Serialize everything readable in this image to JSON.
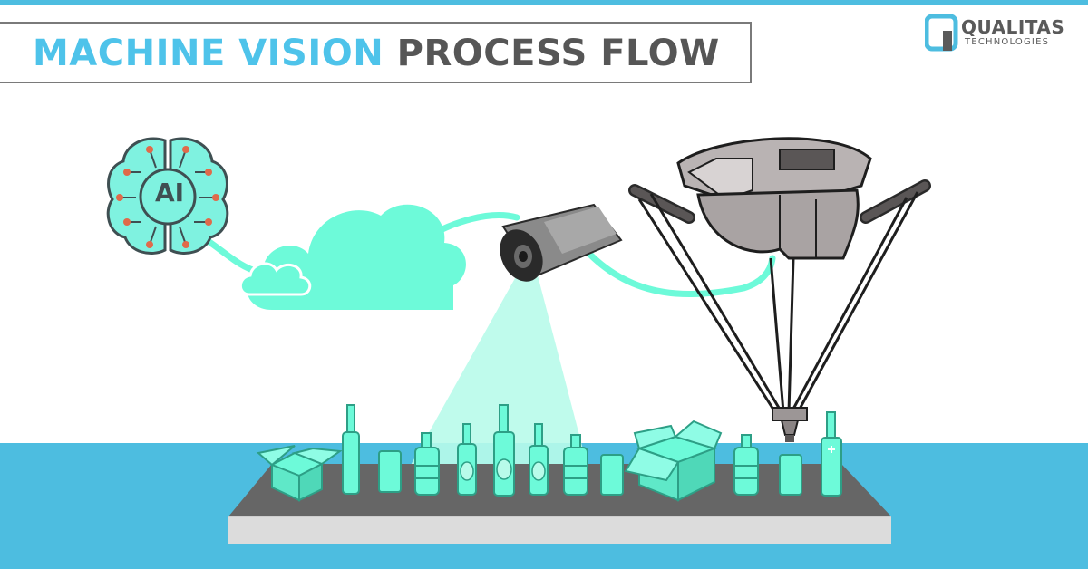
{
  "title": {
    "highlight": "MACHINE VISION",
    "rest": "PROCESS FLOW"
  },
  "logo": {
    "name": "QUALITAS",
    "tagline": "TECHNOLOGIES"
  },
  "brain": {
    "label": "AI"
  },
  "colors": {
    "accent_blue": "#4dbde0",
    "mint": "#6dfad9",
    "mint_dark": "#2d9f86",
    "conveyor_top": "#666666",
    "conveyor_side": "#dcdcdc",
    "dark_gray": "#565656"
  }
}
